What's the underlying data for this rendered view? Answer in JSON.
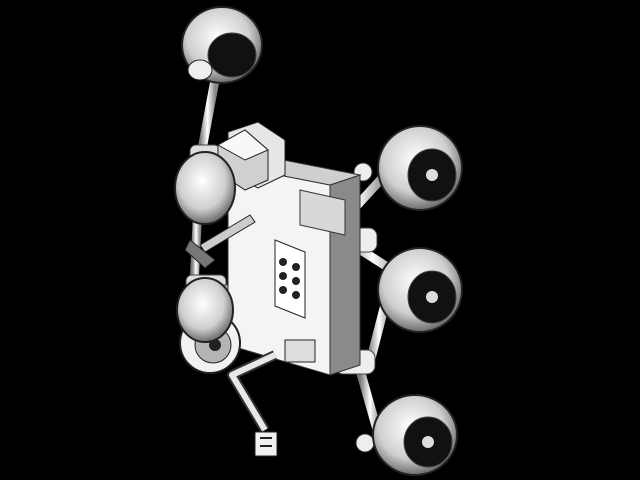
{
  "scene": {
    "background": "#000000",
    "body_color": "#f2f2f2",
    "shade_color": "#9a9a9a",
    "dark_color": "#2a2a2a",
    "wheel_count": 6,
    "parts": [
      "rover-body",
      "mast-camera",
      "robotic-arm",
      "rocker-bogie-suspension",
      "wheels",
      "antenna-dish"
    ]
  }
}
